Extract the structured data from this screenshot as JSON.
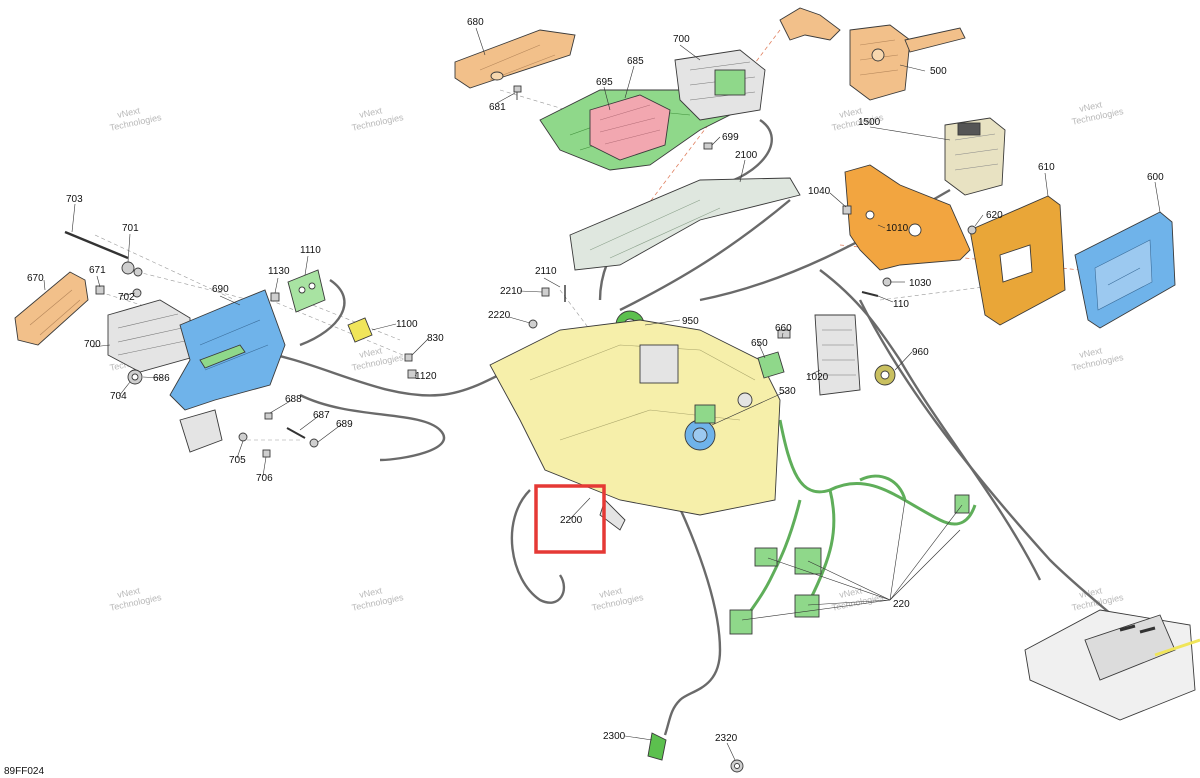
{
  "diagram": {
    "code": "89FF024",
    "watermark": [
      "vNext",
      "Technologies"
    ],
    "highlight_color": "#e53935",
    "colors": {
      "tan": "#f2c08a",
      "green": "#8fd88a",
      "pink": "#f2a7b0",
      "blue": "#6fb3ea",
      "yellow": "#f6efaa",
      "orange": "#f2a540",
      "grey": "#e4e4e4"
    },
    "callouts": {
      "c680": "680",
      "c700a": "700",
      "c685": "685",
      "c695": "695",
      "c681": "681",
      "c500": "500",
      "c699": "699",
      "c2100": "2100",
      "c1500": "1500",
      "c610": "610",
      "c600": "600",
      "c1040": "1040",
      "c620": "620",
      "c1010": "1010",
      "c1030": "1030",
      "c110": "110",
      "c703": "703",
      "c701": "701",
      "c671": "671",
      "c702": "702",
      "c670": "670",
      "c690": "690",
      "c1130": "1130",
      "c1110": "1110",
      "c2110": "2110",
      "c2210": "2210",
      "c2220": "2220",
      "c950": "950",
      "c660": "660",
      "c1100": "1100",
      "c830": "830",
      "c650": "650",
      "c960": "960",
      "c700b": "700",
      "c686": "686",
      "c1120": "1120",
      "c1020": "1020",
      "c704": "704",
      "c688": "688",
      "c687": "687",
      "c689": "689",
      "c530": "530",
      "c705": "705",
      "c706": "706",
      "c2200": "2200",
      "c220": "220",
      "c2300": "2300",
      "c2320": "2320"
    }
  }
}
